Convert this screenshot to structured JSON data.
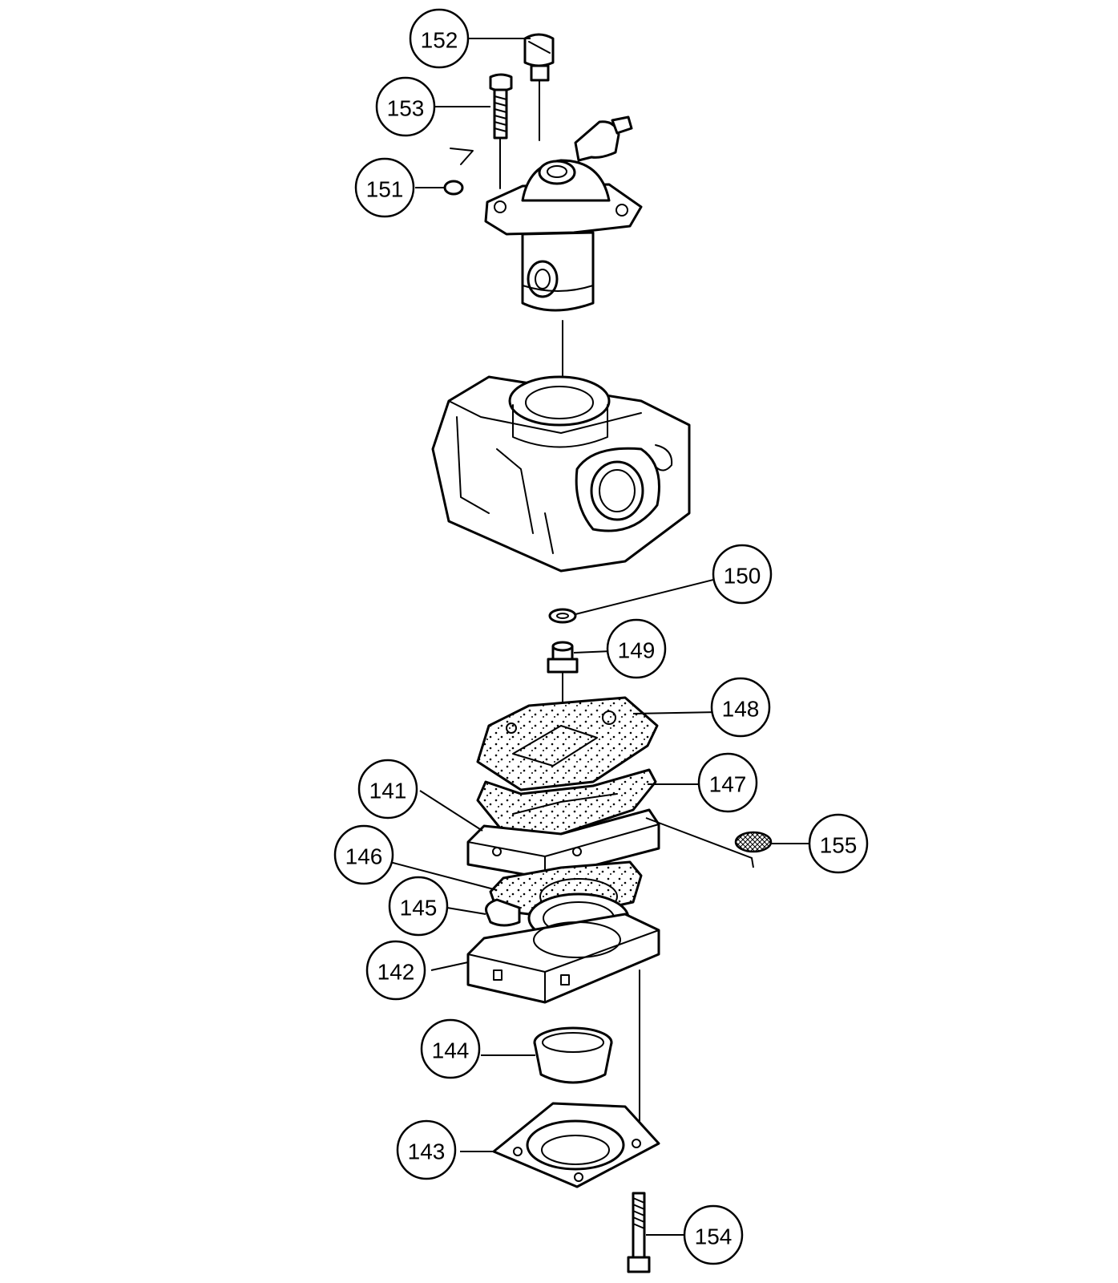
{
  "diagram": {
    "callouts": [
      {
        "id": "c152",
        "label": "152"
      },
      {
        "id": "c153",
        "label": "153"
      },
      {
        "id": "c151",
        "label": "151"
      },
      {
        "id": "c150",
        "label": "150"
      },
      {
        "id": "c149",
        "label": "149"
      },
      {
        "id": "c148",
        "label": "148"
      },
      {
        "id": "c147",
        "label": "147"
      },
      {
        "id": "c141",
        "label": "141"
      },
      {
        "id": "c155",
        "label": "155"
      },
      {
        "id": "c146",
        "label": "146"
      },
      {
        "id": "c145",
        "label": "145"
      },
      {
        "id": "c142",
        "label": "142"
      },
      {
        "id": "c144",
        "label": "144"
      },
      {
        "id": "c143",
        "label": "143"
      },
      {
        "id": "c154",
        "label": "154"
      }
    ]
  }
}
